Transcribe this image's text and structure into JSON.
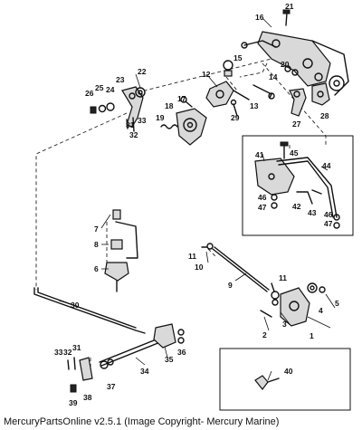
{
  "footer": {
    "text": "MercuryPartsOnline v2.5.1 (Image Copyright- Mercury Marine)"
  },
  "callouts": {
    "c1": "1",
    "c2": "2",
    "c3": "3",
    "c4": "4",
    "c5": "5",
    "c6": "6",
    "c7": "7",
    "c8": "8",
    "c9": "9",
    "c10": "10",
    "c11": "11",
    "c11b": "11",
    "c12": "12",
    "c13": "13",
    "c14": "14",
    "c15": "15",
    "c16": "16",
    "c17": "17",
    "c18": "18",
    "c19": "19",
    "c20": "20",
    "c21": "21",
    "c22": "22",
    "c23": "23",
    "c24": "24",
    "c25": "25",
    "c26": "26",
    "c27": "27",
    "c28": "28",
    "c29": "29",
    "c30": "30",
    "c31": "31",
    "c31b": "31",
    "c32": "32",
    "c32b": "32",
    "c33": "33",
    "c33b": "33",
    "c34": "34",
    "c35": "35",
    "c36": "36",
    "c37": "37",
    "c38": "38",
    "c39": "39",
    "c40": "40",
    "c41": "41",
    "c42": "42",
    "c43": "43",
    "c44": "44",
    "c45": "45",
    "c46": "46",
    "c46b": "46",
    "c47": "47",
    "c47b": "47"
  }
}
